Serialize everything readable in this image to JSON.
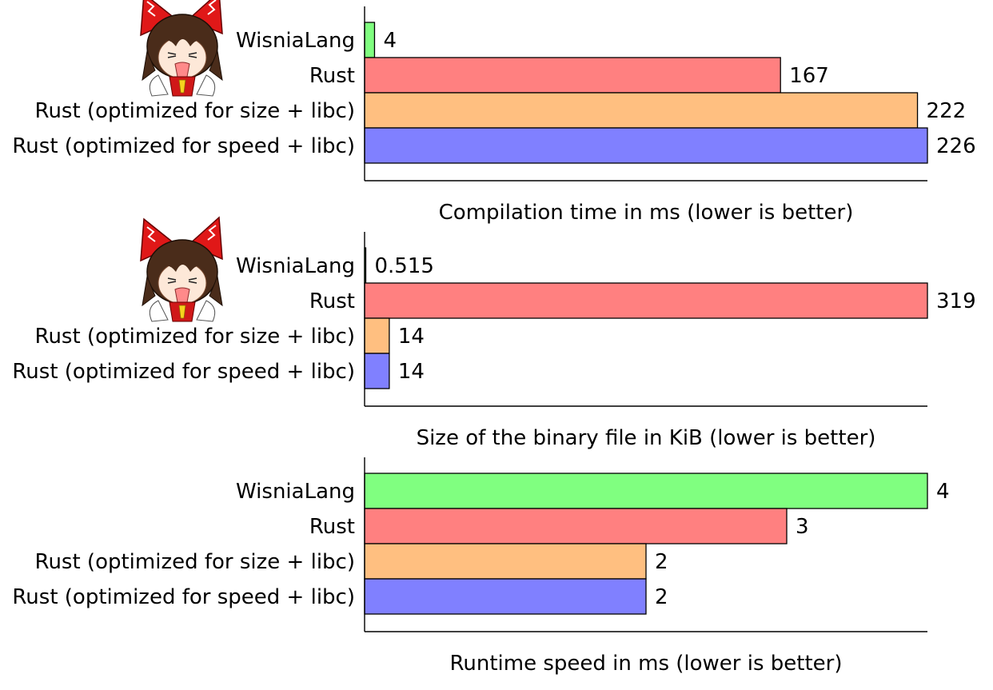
{
  "chart_data": [
    {
      "type": "bar",
      "orientation": "horizontal",
      "categories": [
        "WisniaLang",
        "Rust",
        "Rust (optimized for size + libc)",
        "Rust (optimized for speed + libc)"
      ],
      "values": [
        4,
        167,
        222,
        226
      ],
      "value_labels": [
        "4",
        "167",
        "222",
        "226"
      ],
      "xlim": [
        0,
        226
      ],
      "xlabel": "Compilation time in ms (lower is better)",
      "ylabel": "",
      "title": "",
      "grid": false,
      "legend": "none",
      "mascot_icon": "reimu-mascot-icon"
    },
    {
      "type": "bar",
      "orientation": "horizontal",
      "categories": [
        "WisniaLang",
        "Rust",
        "Rust (optimized for size + libc)",
        "Rust (optimized for speed + libc)"
      ],
      "values": [
        0.515,
        319,
        14,
        14
      ],
      "value_labels": [
        "0.515",
        "319",
        "14",
        "14"
      ],
      "xlim": [
        0,
        319
      ],
      "xlabel": "Size of the binary file in KiB (lower is better)",
      "ylabel": "",
      "title": "",
      "grid": false,
      "legend": "none",
      "mascot_icon": "reimu-mascot-icon"
    },
    {
      "type": "bar",
      "orientation": "horizontal",
      "categories": [
        "WisniaLang",
        "Rust",
        "Rust (optimized for size + libc)",
        "Rust (optimized for speed + libc)"
      ],
      "values": [
        4,
        3,
        2,
        2
      ],
      "value_labels": [
        "4",
        "3",
        "2",
        "2"
      ],
      "xlim": [
        0,
        4
      ],
      "xlabel": "Runtime speed in ms (lower is better)",
      "ylabel": "",
      "title": "",
      "grid": false,
      "legend": "none",
      "mascot_icon": ""
    }
  ],
  "colors": [
    "#80ff80",
    "#ff8080",
    "#ffbf80",
    "#8080ff"
  ]
}
